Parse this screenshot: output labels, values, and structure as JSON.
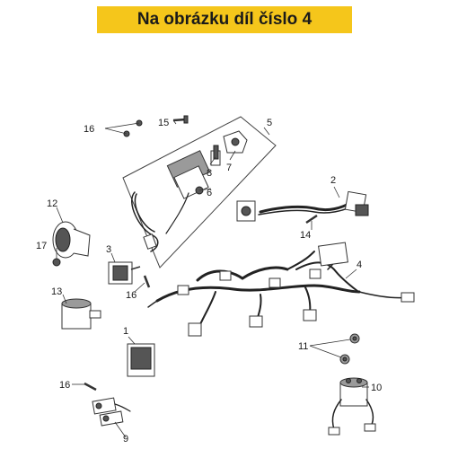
{
  "banner": {
    "text": "Na obrázku díl číslo 4",
    "color": "#f5c61b"
  },
  "callouts": {
    "c1": "1",
    "c2": "2",
    "c3": "3",
    "c4": "4",
    "c5": "5",
    "c6": "6",
    "c7": "7",
    "c8": "8",
    "c9": "9",
    "c10": "10",
    "c11": "11",
    "c12": "12",
    "c13": "13",
    "c14": "14",
    "c15": "15",
    "c16a": "16",
    "c16b": "16",
    "c16c": "16",
    "c17": "17"
  }
}
